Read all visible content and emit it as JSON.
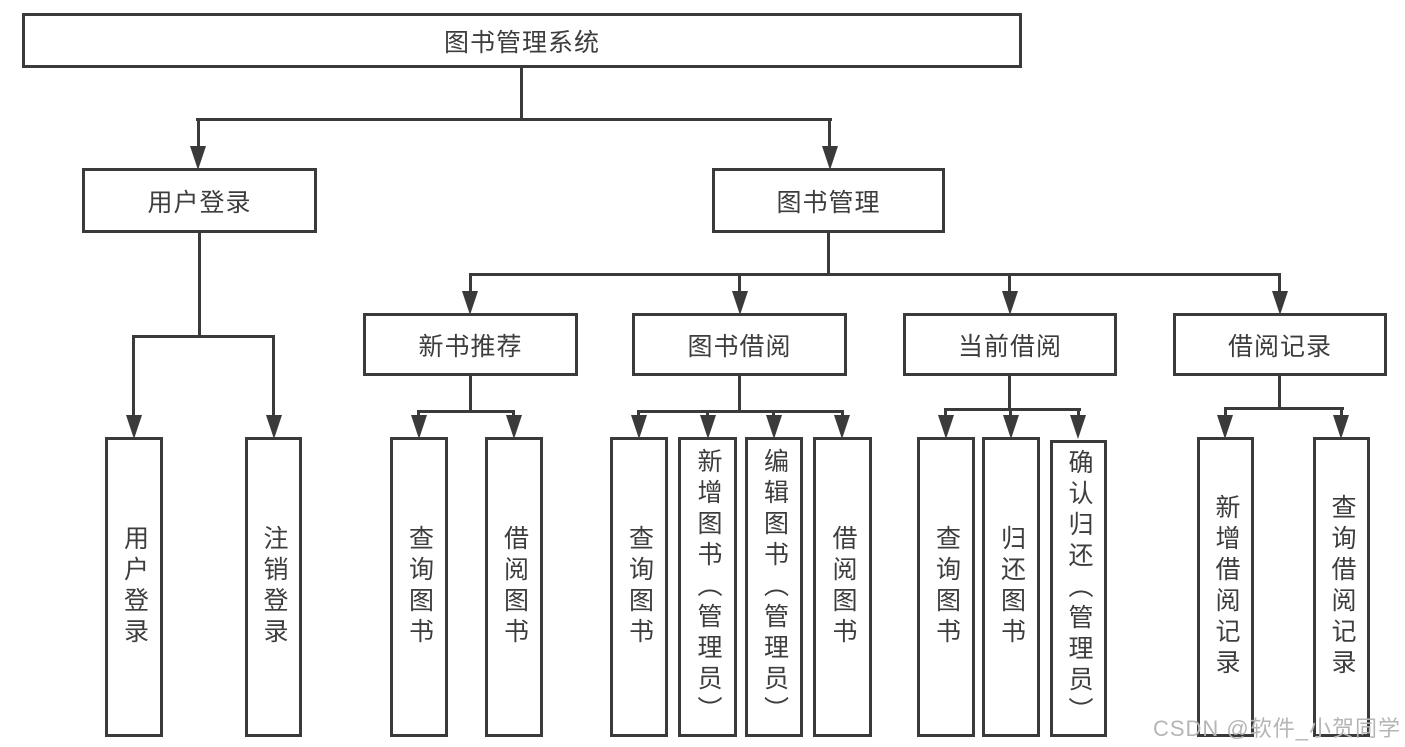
{
  "tree": {
    "root": {
      "label": "图书管理系统"
    },
    "branches": [
      {
        "label": "用户登录",
        "children": [
          "用户登录",
          "注销登录"
        ]
      },
      {
        "label": "图书管理",
        "groups": [
          {
            "label": "新书推荐",
            "children": [
              "查询图书",
              "借阅图书"
            ]
          },
          {
            "label": "图书借阅",
            "children": [
              "查询图书",
              "新增图书（管理员）",
              "编辑图书（管理员）",
              "借阅图书"
            ]
          },
          {
            "label": "当前借阅",
            "children": [
              "查询图书",
              "归还图书",
              "确认归还（管理员）"
            ]
          },
          {
            "label": "借阅记录",
            "children": [
              "新增借阅记录",
              "查询借阅记录"
            ]
          }
        ]
      }
    ]
  },
  "watermark": "CSDN @软件_小贺同学",
  "colors": {
    "line": "#3a3a3a",
    "text": "#3d3d3d",
    "watermark": "#b5b5b5",
    "box-bg": "#ffffff",
    "bg": "#ffffff"
  }
}
